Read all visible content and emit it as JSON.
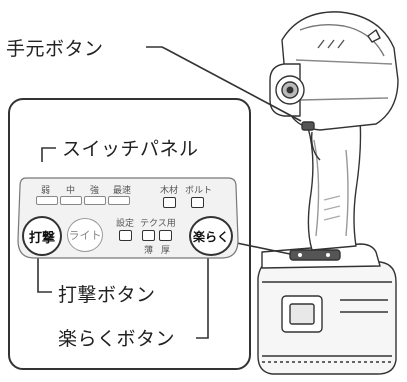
{
  "callouts": {
    "hand_button": "手元ボタン",
    "switch_panel": "スイッチパネル",
    "impact_button": "打撃ボタン",
    "easy_button": "楽らくボタン"
  },
  "panel": {
    "levels": [
      "弱",
      "中",
      "強",
      "最速"
    ],
    "material_modes": [
      "木材",
      "ボルト"
    ],
    "setting_label": "設定",
    "tek_label": "テクス用",
    "thin_label": "薄",
    "thick_label": "厚",
    "impact_btn": "打撃",
    "light_btn": "ライト",
    "easy_btn": "楽らく"
  }
}
